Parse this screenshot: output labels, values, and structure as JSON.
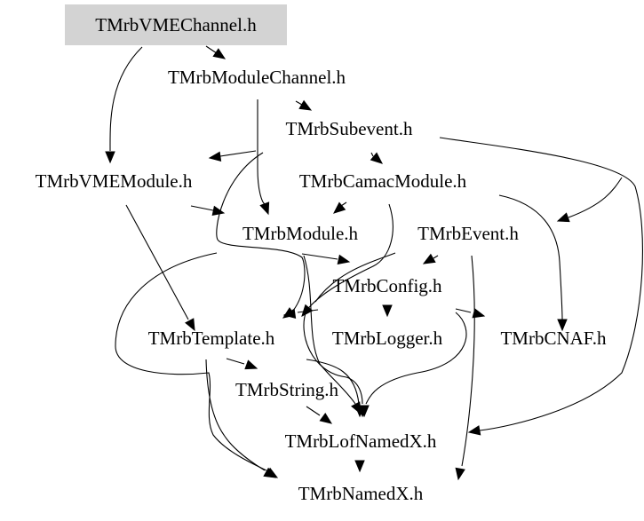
{
  "graph": {
    "highlight_color": "#d3d3d3",
    "nodes": [
      {
        "id": "vmechannel",
        "label": "TMrbVMEChannel.h",
        "highlighted": true
      },
      {
        "id": "modulechannel",
        "label": "TMrbModuleChannel.h"
      },
      {
        "id": "subevent",
        "label": "TMrbSubevent.h"
      },
      {
        "id": "vmemodule",
        "label": "TMrbVMEModule.h"
      },
      {
        "id": "camacmodule",
        "label": "TMrbCamacModule.h"
      },
      {
        "id": "module",
        "label": "TMrbModule.h"
      },
      {
        "id": "event",
        "label": "TMrbEvent.h"
      },
      {
        "id": "config",
        "label": "TMrbConfig.h"
      },
      {
        "id": "template",
        "label": "TMrbTemplate.h"
      },
      {
        "id": "logger",
        "label": "TMrbLogger.h"
      },
      {
        "id": "cnaf",
        "label": "TMrbCNAF.h"
      },
      {
        "id": "string",
        "label": "TMrbString.h"
      },
      {
        "id": "lofnamedx",
        "label": "TMrbLofNamedX.h"
      },
      {
        "id": "namedx",
        "label": "TMrbNamedX.h"
      }
    ]
  }
}
